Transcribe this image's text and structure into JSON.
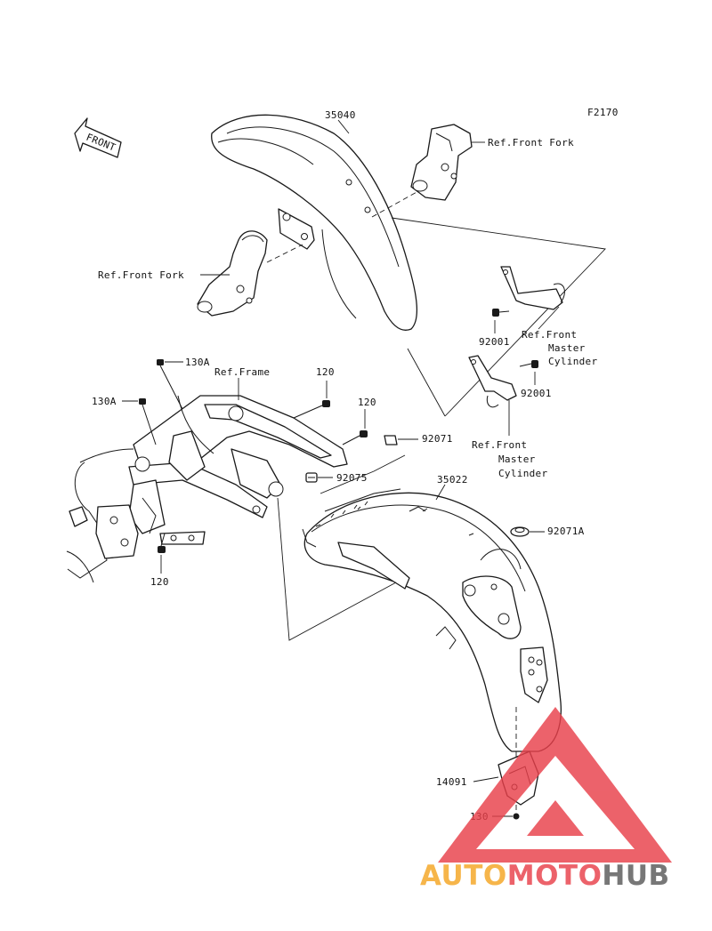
{
  "figure_code": "F2170",
  "direction_indicator": "FRONT",
  "callouts": {
    "front_fender": "35040",
    "ref_front_fork_right": "Ref.Front Fork",
    "ref_front_fork_left": "Ref.Front Fork",
    "bolt_92001_a": "92001",
    "bolt_92001_b": "92001",
    "ref_master_cyl_a": [
      "Ref.Front",
      "Master",
      "Cylinder"
    ],
    "ref_master_cyl_b": [
      "Ref.Front",
      "Master",
      "Cylinder"
    ],
    "bolt_130a_top": "130A",
    "bolt_130a_left": "130A",
    "ref_frame": "Ref.Frame",
    "bolt_120_a": "120",
    "bolt_120_b": "120",
    "bolt_120_c": "120",
    "clip_92071": "92071",
    "nut_92075": "92075",
    "rear_fender": "35022",
    "grommet_92071a": "92071A",
    "cover_14091": "14091",
    "bolt_130": "130"
  },
  "watermark": {
    "part1": "AUTO",
    "part2": "MOTO",
    "part3": "HUB",
    "color_orange": "#f5a623",
    "color_red": "#e8404a",
    "color_gray": "#5a5a5a"
  }
}
